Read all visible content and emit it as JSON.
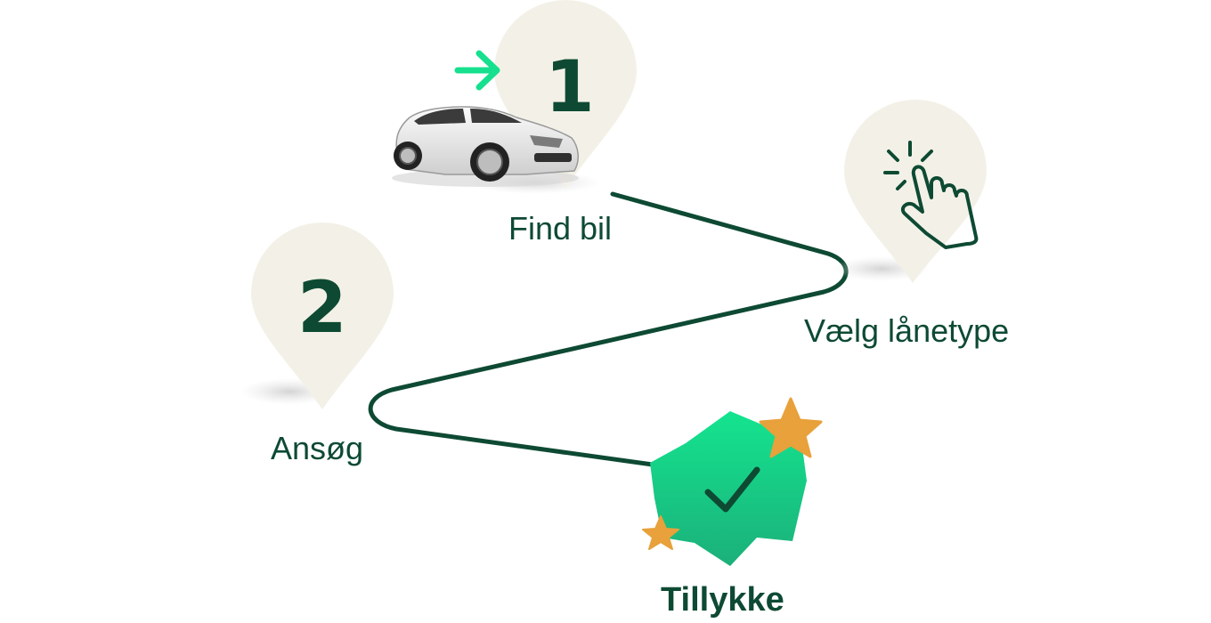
{
  "steps": [
    {
      "id": "find-bil",
      "number": "1",
      "label": "Find bil",
      "icon": "car-icon"
    },
    {
      "id": "vaelg-laanetype",
      "number": "",
      "label": "Vælg lånetype",
      "icon": "pointing-hand-icon"
    },
    {
      "id": "ansog",
      "number": "2",
      "label": "Ansøg",
      "icon": ""
    },
    {
      "id": "tillykke",
      "number": "",
      "label": "Tillykke",
      "icon": "check-badge-icon"
    }
  ],
  "colors": {
    "path": "#0e4a33",
    "pin": "#f3f1e7",
    "accent_arrow": "#16e08e",
    "badge": "#18d98b",
    "star": "#e8a13b"
  },
  "icons": [
    "arrow-right-icon",
    "car-icon",
    "pointing-hand-icon",
    "check-badge-icon",
    "star-icon"
  ]
}
